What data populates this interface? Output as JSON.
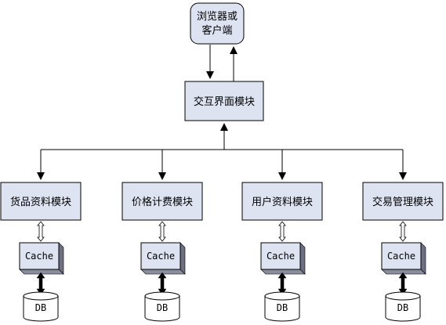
{
  "nodes": {
    "browser": {
      "line1": "浏览器或",
      "line2": "客户端"
    },
    "ui": {
      "label": "交互界面模块"
    },
    "modules": [
      {
        "label": "货品资料模块",
        "cache": "Cache",
        "db": "DB"
      },
      {
        "label": "价格计费模块",
        "cache": "Cache",
        "db": "DB"
      },
      {
        "label": "用户资料模块",
        "cache": "Cache",
        "db": "DB"
      },
      {
        "label": "交易管理模块",
        "cache": "Cache",
        "db": "DB"
      }
    ]
  },
  "colors": {
    "box_fill": "#dde3f1",
    "box_stroke": "#000000",
    "shadow": "#6d7080",
    "browser_fill": "#dde3f1"
  }
}
